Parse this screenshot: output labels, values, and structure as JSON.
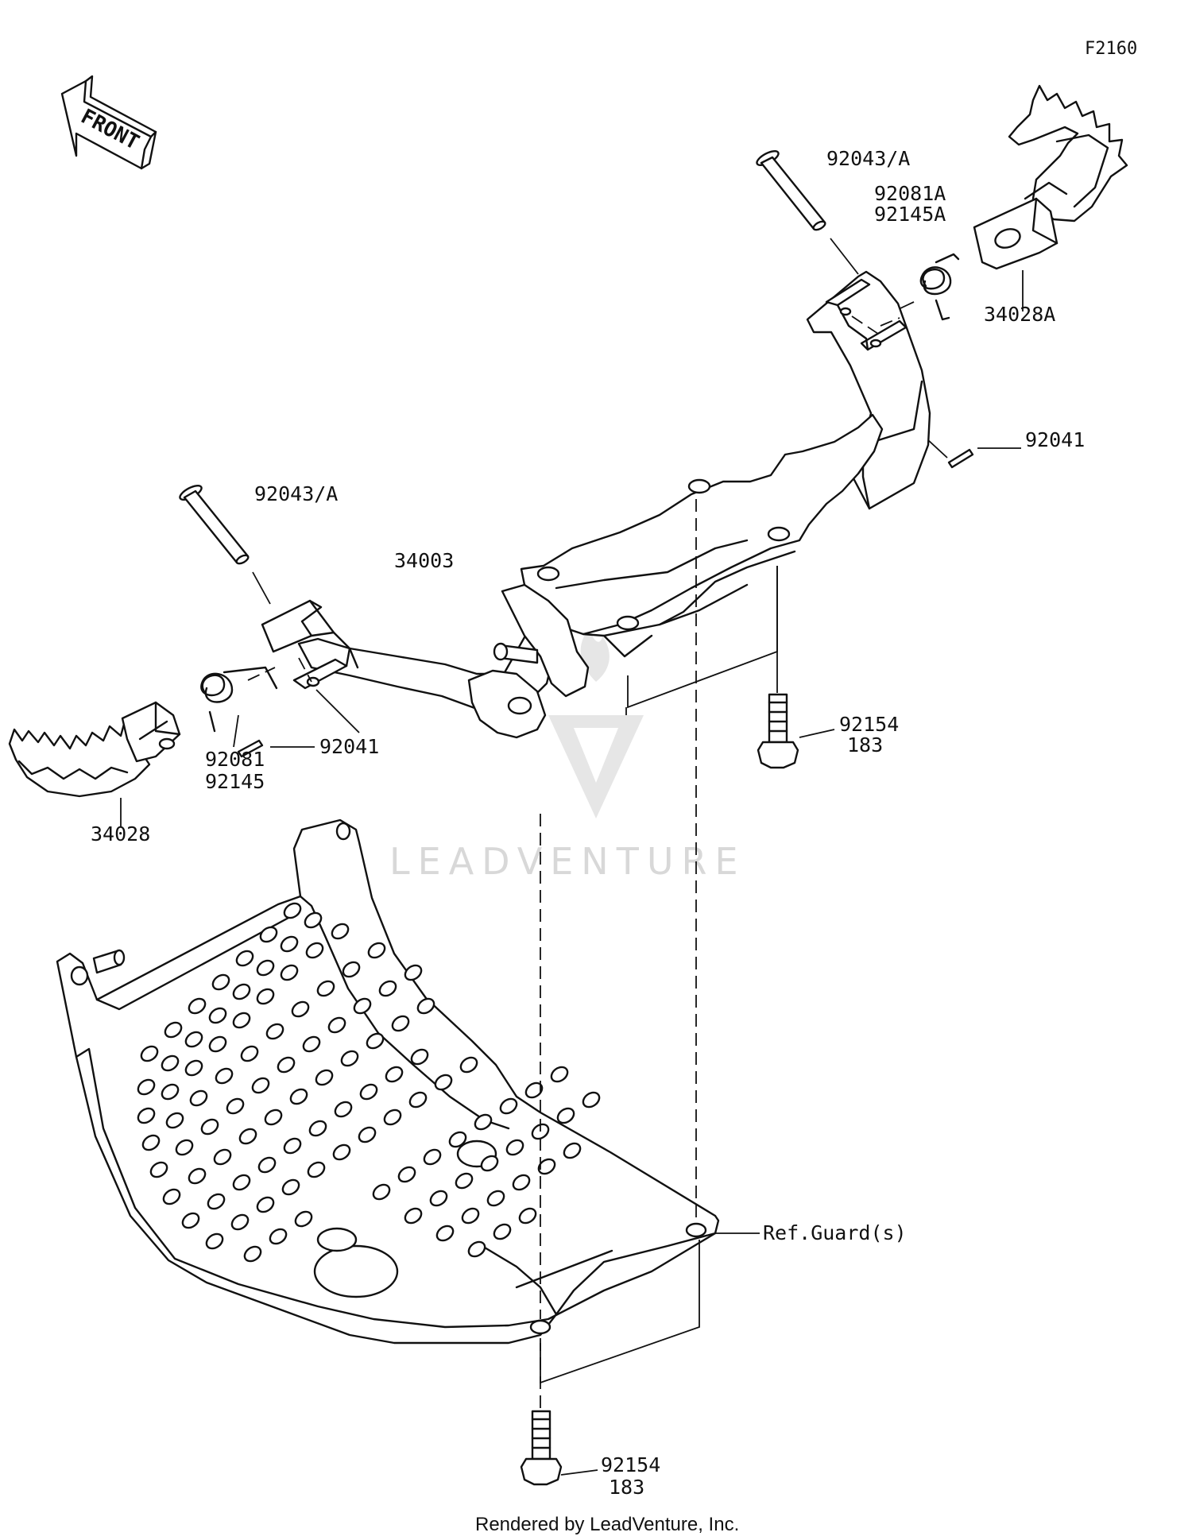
{
  "figure_code": "F2160",
  "front_arrow_text": "FRONT",
  "watermark": "LEADVENTURE",
  "credit": "Rendered by LeadVenture, Inc.",
  "callouts": {
    "pin_right": "92043/A",
    "spring_right_a": "92081A",
    "spring_right_b": "92145A",
    "footpeg_right": "34028A",
    "cotter_right": "92041",
    "pin_left": "92043/A",
    "bracket": "34003",
    "spring_left_a": "92081",
    "spring_left_b": "92145",
    "cotter_left": "92041",
    "footpeg_left": "34028",
    "bolt_upper_part": "92154",
    "bolt_upper_code": "183",
    "guard_ref": "Ref.Guard(s)",
    "bolt_lower_part": "92154",
    "bolt_lower_code": "183"
  }
}
